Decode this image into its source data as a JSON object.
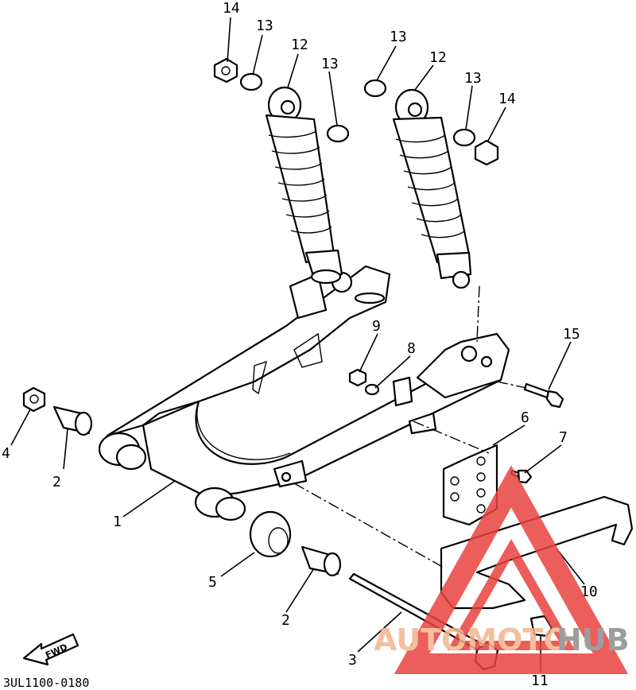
{
  "diagram": {
    "drawing_code": "3UL1100-0180",
    "direction_label": "FWD",
    "callouts": [
      {
        "id": "c1",
        "label": "1"
      },
      {
        "id": "c2a",
        "label": "2"
      },
      {
        "id": "c2b",
        "label": "2"
      },
      {
        "id": "c3",
        "label": "3"
      },
      {
        "id": "c4",
        "label": "4"
      },
      {
        "id": "c5",
        "label": "5"
      },
      {
        "id": "c6",
        "label": "6"
      },
      {
        "id": "c7",
        "label": "7"
      },
      {
        "id": "c8",
        "label": "8"
      },
      {
        "id": "c9",
        "label": "9"
      },
      {
        "id": "c10",
        "label": "10"
      },
      {
        "id": "c11",
        "label": "11"
      },
      {
        "id": "c12a",
        "label": "12"
      },
      {
        "id": "c12b",
        "label": "12"
      },
      {
        "id": "c13a",
        "label": "13"
      },
      {
        "id": "c13b",
        "label": "13"
      },
      {
        "id": "c13c",
        "label": "13"
      },
      {
        "id": "c13d",
        "label": "13"
      },
      {
        "id": "c14a",
        "label": "14"
      },
      {
        "id": "c14b",
        "label": "14"
      },
      {
        "id": "c15",
        "label": "15"
      }
    ]
  },
  "watermark": {
    "brand_part1": "AUTOMOTO",
    "brand_part2": "HUB",
    "colors": {
      "accent": "#e8433f",
      "accent_light": "#f2b48f",
      "gray": "#8c8c8c"
    }
  }
}
